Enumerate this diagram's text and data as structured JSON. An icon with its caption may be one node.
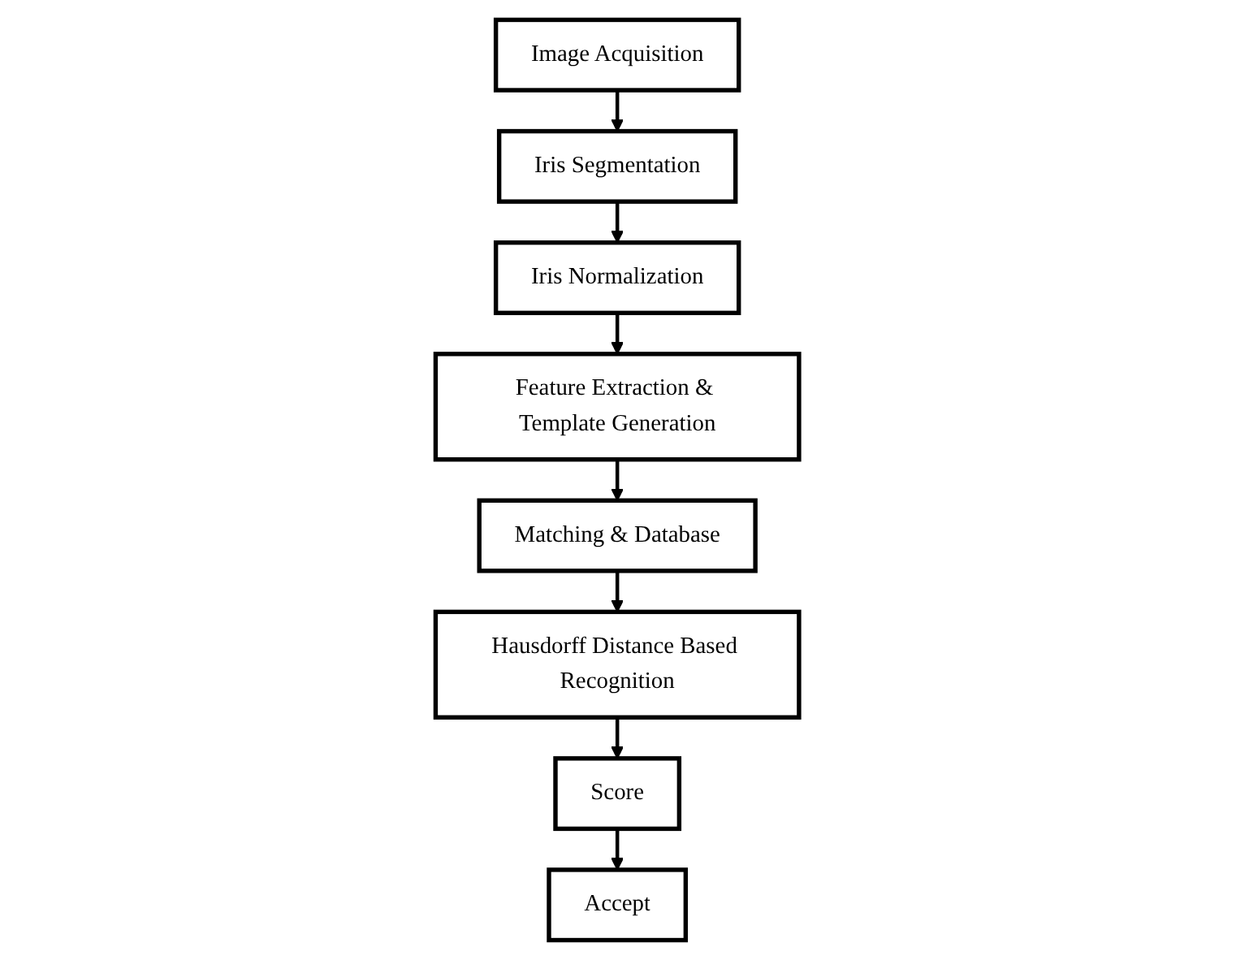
{
  "diagram": {
    "nodes": [
      {
        "text": [
          "Image Acquisition"
        ]
      },
      {
        "text": [
          "Iris Segmentation"
        ]
      },
      {
        "text": [
          "Iris Normalization"
        ]
      },
      {
        "text": [
          "Feature Extraction & Template Generation"
        ]
      },
      {
        "text": [
          "Matching & Database"
        ]
      },
      {
        "text": [
          "Hausdorff Distance Based Recognition"
        ]
      },
      {
        "text": [
          "Score"
        ]
      },
      {
        "text": [
          "Accept"
        ]
      }
    ],
    "edges": [
      {
        "from": 0,
        "to": 1,
        "arrow": "to"
      },
      {
        "from": 1,
        "to": 2,
        "arrow": "to"
      },
      {
        "from": 2,
        "to": 3,
        "arrow": "to"
      },
      {
        "from": 3,
        "to": 4,
        "arrow": "to"
      },
      {
        "from": 4,
        "to": 5,
        "arrow": "to"
      },
      {
        "from": 5,
        "to": 6,
        "arrow": "to"
      },
      {
        "from": 6,
        "to": 7,
        "arrow": "to"
      }
    ]
  }
}
